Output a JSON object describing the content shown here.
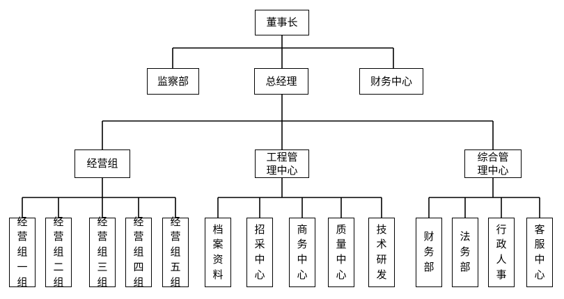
{
  "chairman": "董事长",
  "level1": [
    {
      "id": "jcb",
      "label": "监察部"
    },
    {
      "id": "zjl",
      "label": "总经理"
    },
    {
      "id": "cwzx",
      "label": "财务中心"
    }
  ],
  "level2": [
    {
      "id": "jyz",
      "lines": [
        "经营组"
      ]
    },
    {
      "id": "gcgl",
      "lines": [
        "工程管",
        "理中心"
      ]
    },
    {
      "id": "zhgl",
      "lines": [
        "综合管",
        "理中心"
      ]
    }
  ],
  "level3": {
    "jyz": [
      {
        "id": "g1",
        "chars": [
          "经",
          "营",
          "组",
          "一",
          "组"
        ]
      },
      {
        "id": "g2",
        "chars": [
          "经",
          "营",
          "组",
          "二",
          "组"
        ]
      },
      {
        "id": "g3",
        "chars": [
          "经",
          "营",
          "组",
          "三",
          "组"
        ]
      },
      {
        "id": "g4",
        "chars": [
          "经",
          "营",
          "组",
          "四",
          "组"
        ]
      },
      {
        "id": "g5",
        "chars": [
          "经",
          "营",
          "组",
          "五",
          "组"
        ]
      }
    ],
    "gcgl": [
      {
        "id": "dazl",
        "chars": [
          "档",
          "案",
          "资",
          "料"
        ]
      },
      {
        "id": "zczx",
        "chars": [
          "招",
          "采",
          "中",
          "心"
        ]
      },
      {
        "id": "swzx",
        "chars": [
          "商",
          "务",
          "中",
          "心"
        ]
      },
      {
        "id": "zlzx",
        "chars": [
          "质",
          "量",
          "中",
          "心"
        ]
      },
      {
        "id": "jsyf",
        "chars": [
          "技",
          "术",
          "研",
          "发"
        ]
      }
    ],
    "zhgl": [
      {
        "id": "cwb",
        "chars": [
          "财",
          "务",
          "部"
        ]
      },
      {
        "id": "fwb",
        "chars": [
          "法",
          "务",
          "部"
        ]
      },
      {
        "id": "xzrs",
        "chars": [
          "行",
          "政",
          "人",
          "事"
        ]
      },
      {
        "id": "kfzx",
        "chars": [
          "客",
          "服",
          "中",
          "心"
        ]
      }
    ]
  }
}
